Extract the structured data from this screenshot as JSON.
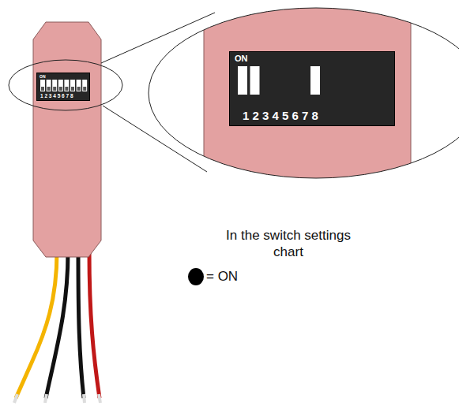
{
  "diagram": {
    "nodes": [
      {
        "text": [
          "ON",
          "1 2 3 4 5 6 7 8"
        ]
      },
      {
        "text": [
          "ON",
          "1 2 3 4 5 6 7 8"
        ]
      }
    ],
    "labels": [
      "In the switch settings chart"
    ],
    "legend": [
      {
        "text": "= ON",
        "color": "#000000"
      }
    ]
  }
}
